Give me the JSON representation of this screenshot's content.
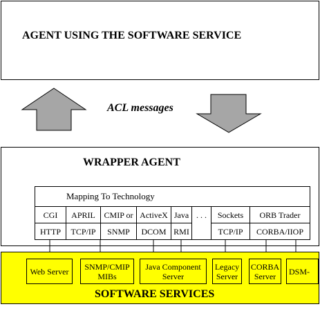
{
  "agent_box": {
    "title": "AGENT USING THE SOFTWARE SERVICE"
  },
  "acl": {
    "label": "ACL messages"
  },
  "wrapper": {
    "title": "WRAPPER AGENT",
    "mapping_label": "Mapping To Technology",
    "row1": [
      "CGI",
      "APRIL",
      "CMIP or",
      "ActiveX",
      "Java",
      ". . .",
      "Sockets",
      "ORB Trader"
    ],
    "row2": [
      "HTTP",
      "TCP/IP",
      "SNMP",
      "DCOM",
      "RMI",
      "",
      "TCP/IP",
      "CORBA/IIOP"
    ]
  },
  "services": {
    "title": "SOFTWARE SERVICES",
    "boxes": [
      "Web Server",
      "SNMP/CMIP\nMIBs",
      "Java Component\nServer",
      "Legacy\nServer",
      "CORBA\nServer",
      "DSM-"
    ]
  },
  "colors": {
    "services_bg": "#ffff00",
    "arrow_fill": "#a6a6a6"
  }
}
